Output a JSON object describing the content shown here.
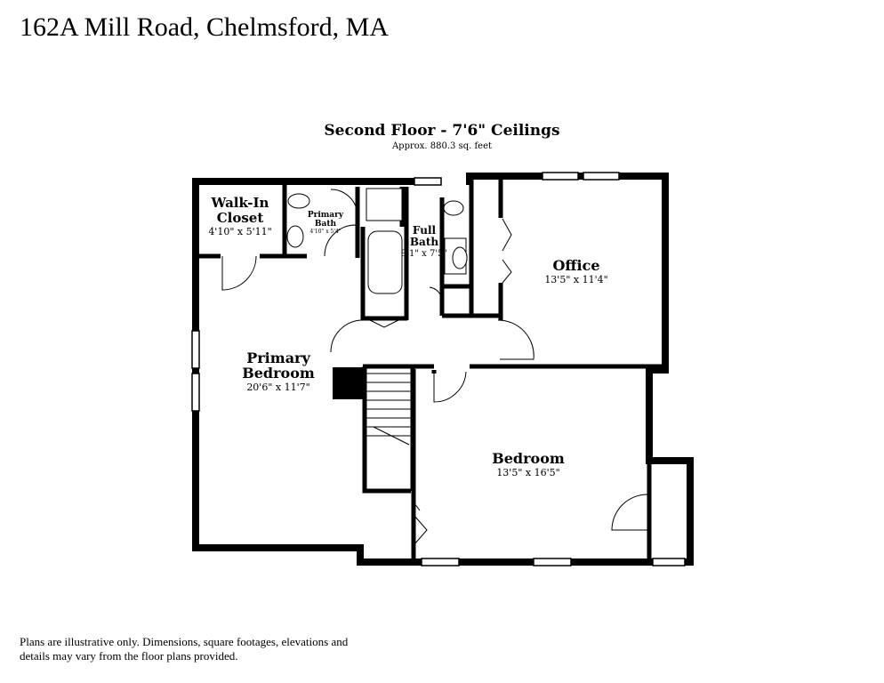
{
  "header": {
    "address": "162A Mill Road, Chelmsford, MA",
    "floor_title": "Second Floor - 7'6\" Ceilings",
    "area": "Approx. 880.3 sq. feet"
  },
  "rooms": {
    "walk_in_closet": {
      "name_line1": "Walk-In",
      "name_line2": "Closet",
      "dims": "4'10\" x 5'11\""
    },
    "primary_bath": {
      "name_line1": "Primary",
      "name_line2": "Bath",
      "dims": "4'10\" x 5'4\""
    },
    "full_bath": {
      "name_line1": "Full",
      "name_line2": "Bath",
      "dims": "9'1\" x 7'5\""
    },
    "office": {
      "name": "Office",
      "dims": "13'5\" x 11'4\""
    },
    "primary_bedroom": {
      "name_line1": "Primary",
      "name_line2": "Bedroom",
      "dims": "20'6\" x 11'7\""
    },
    "bedroom": {
      "name": "Bedroom",
      "dims": "13'5\" x 16'5\""
    }
  },
  "footer": {
    "disclaimer": "Plans are illustrative only. Dimensions, square footages, elevations and details may vary from the floor plans provided."
  }
}
